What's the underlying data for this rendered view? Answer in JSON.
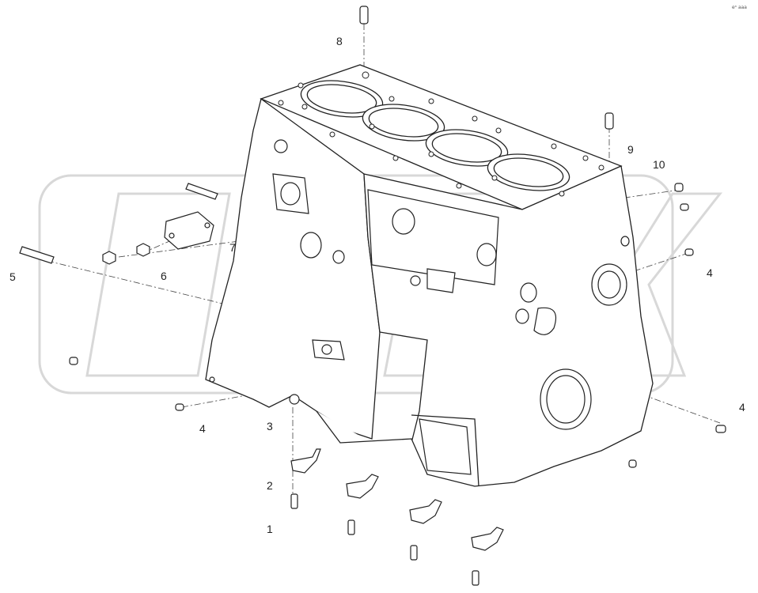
{
  "figure": {
    "corner_mark": "eⁿ aaa",
    "watermark_text": "OPEX",
    "callouts": [
      "1",
      "2",
      "3",
      "4",
      "4",
      "4",
      "5",
      "6",
      "7",
      "8",
      "9",
      "10"
    ]
  }
}
